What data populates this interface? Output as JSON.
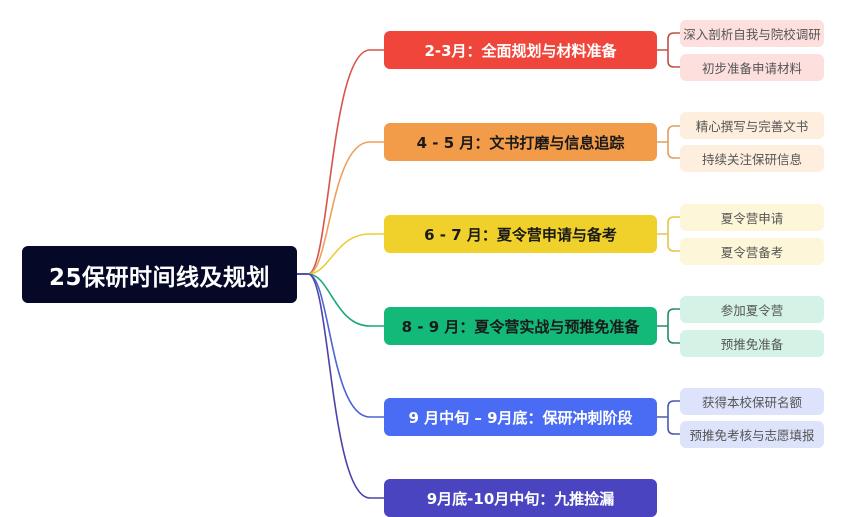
{
  "root": {
    "label": "25保研时间线及规划",
    "color": "#050826"
  },
  "branches": [
    {
      "label": "2-3月：全面规划与材料准备",
      "color": "#f0453a",
      "text_color": "#ffffff",
      "leaf_bg": "#fde0de",
      "leaves": [
        "深入剖析自我与院校调研",
        "初步准备申请材料"
      ]
    },
    {
      "label": "4 - 5 月：文书打磨与信息追踪",
      "color": "#f29b49",
      "text_color": "#1a1a1a",
      "leaf_bg": "#fdeedd",
      "leaves": [
        "精心撰写与完善文书",
        "持续关注保研信息"
      ]
    },
    {
      "label": "6 - 7 月：夏令营申请与备考",
      "color": "#f0d02a",
      "text_color": "#1a1a1a",
      "leaf_bg": "#fdf6d8",
      "leaves": [
        "夏令营申请",
        "夏令营备考"
      ]
    },
    {
      "label": "8 - 9 月：夏令营实战与预推免准备",
      "color": "#12b979",
      "text_color": "#1a1a1a",
      "leaf_bg": "#d4f2e6",
      "leaves": [
        "参加夏令营",
        "预推免准备"
      ]
    },
    {
      "label": "9 月中旬 – 9月底：保研冲刺阶段",
      "color": "#4a6cf5",
      "text_color": "#ffffff",
      "leaf_bg": "#dde3fb",
      "leaves": [
        "获得本校保研名额",
        "预推免考核与志愿填报"
      ]
    },
    {
      "label": "9月底-10月中旬：九推捡漏",
      "color": "#4a44c0",
      "text_color": "#ffffff",
      "leaf_bg": "#e0def5",
      "leaves": []
    }
  ]
}
